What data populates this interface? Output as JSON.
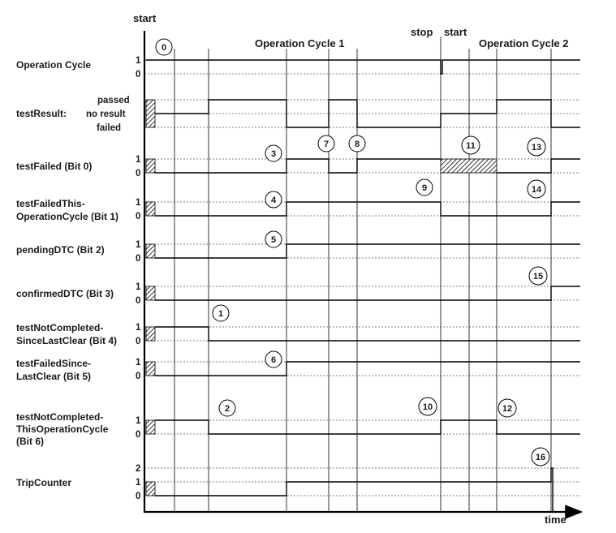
{
  "header": {
    "start_left": "start",
    "cycle1": "Operation Cycle 1",
    "stop": "stop",
    "start_right": "start",
    "cycle2": "Operation Cycle 2",
    "time": "time"
  },
  "signals": [
    {
      "id": "op",
      "label": [
        "Operation Cycle"
      ],
      "levels": [
        "1",
        "0"
      ]
    },
    {
      "id": "tr",
      "label": [
        "testResult:"
      ],
      "levels": [
        "passed",
        "no result",
        "failed"
      ]
    },
    {
      "id": "b0",
      "label": [
        "testFailed (Bit 0)"
      ],
      "levels": [
        "1",
        "0"
      ]
    },
    {
      "id": "b1",
      "label": [
        "testFailedThis-",
        "OperationCycle (Bit 1)"
      ],
      "levels": [
        "1",
        "0"
      ]
    },
    {
      "id": "b2",
      "label": [
        "pendingDTC (Bit 2)"
      ],
      "levels": [
        "1",
        "0"
      ]
    },
    {
      "id": "b3",
      "label": [
        "confirmedDTC (Bit 3)"
      ],
      "levels": [
        "1",
        "0"
      ]
    },
    {
      "id": "b4",
      "label": [
        "testNotCompleted-",
        "SinceLastClear (Bit 4)"
      ],
      "levels": [
        "1",
        "0"
      ]
    },
    {
      "id": "b5",
      "label": [
        "testFailedSince-",
        "LastClear (Bit 5)"
      ],
      "levels": [
        "1",
        "0"
      ]
    },
    {
      "id": "b6",
      "label": [
        "testNotCompleted-",
        "ThisOperationCycle",
        "(Bit 6)"
      ],
      "levels": [
        "1",
        "0"
      ]
    },
    {
      "id": "tc",
      "label": [
        "TripCounter"
      ],
      "levels": [
        "2",
        "1",
        "0"
      ]
    }
  ],
  "markers": [
    "0",
    "1",
    "2",
    "3",
    "4",
    "5",
    "6",
    "7",
    "8",
    "9",
    "10",
    "11",
    "12",
    "13",
    "14",
    "15",
    "16"
  ]
}
